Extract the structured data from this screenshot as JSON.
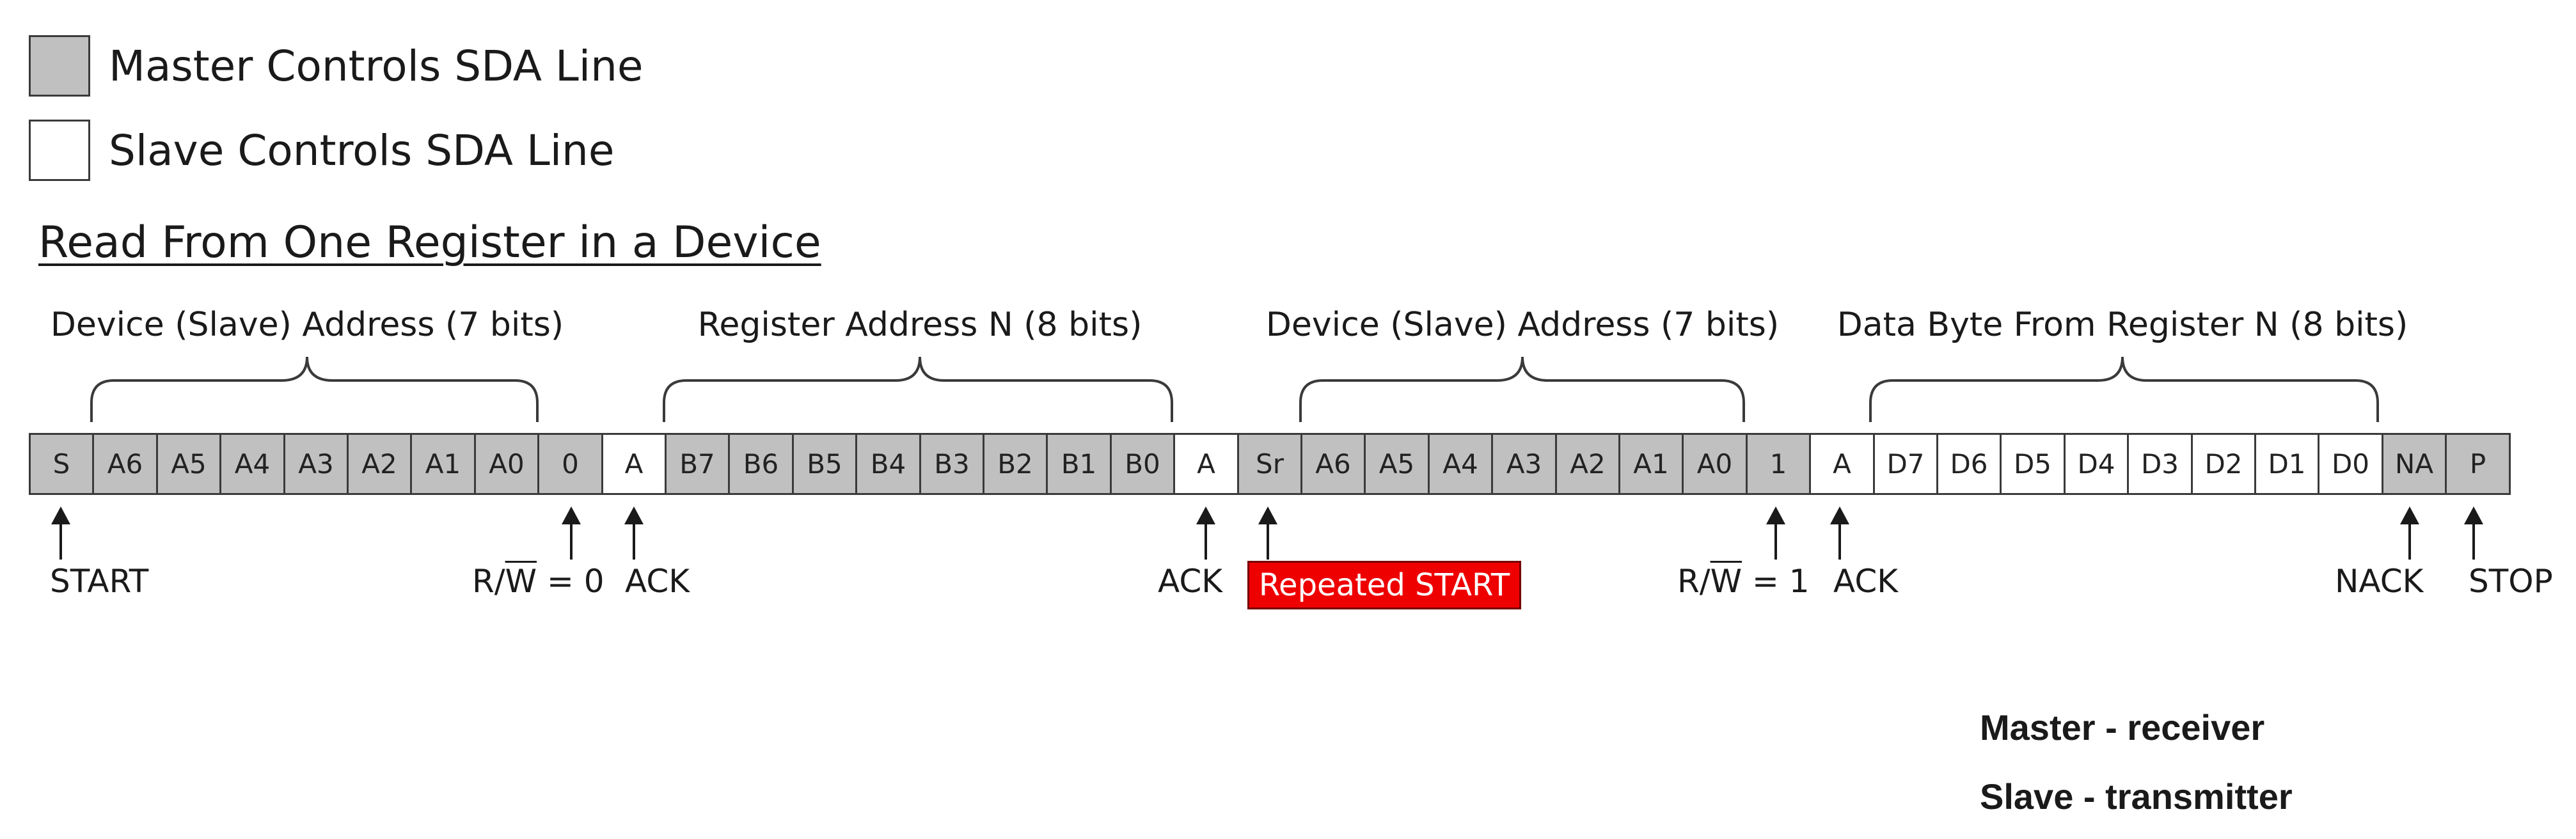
{
  "legend": {
    "master_label": "Master Controls SDA Line",
    "slave_label": "Slave Controls SDA Line"
  },
  "title": "Read From One Register in a Device",
  "groups": [
    {
      "label": "Device (Slave) Address (7 bits)"
    },
    {
      "label": "Register Address N (8 bits)"
    },
    {
      "label": "Device (Slave) Address (7 bits)"
    },
    {
      "label": "Data Byte From Register N (8 bits)"
    }
  ],
  "cells": [
    {
      "text": "S",
      "ctrl": "master"
    },
    {
      "text": "A6",
      "ctrl": "master"
    },
    {
      "text": "A5",
      "ctrl": "master"
    },
    {
      "text": "A4",
      "ctrl": "master"
    },
    {
      "text": "A3",
      "ctrl": "master"
    },
    {
      "text": "A2",
      "ctrl": "master"
    },
    {
      "text": "A1",
      "ctrl": "master"
    },
    {
      "text": "A0",
      "ctrl": "master"
    },
    {
      "text": "0",
      "ctrl": "master"
    },
    {
      "text": "A",
      "ctrl": "slave"
    },
    {
      "text": "B7",
      "ctrl": "master"
    },
    {
      "text": "B6",
      "ctrl": "master"
    },
    {
      "text": "B5",
      "ctrl": "master"
    },
    {
      "text": "B4",
      "ctrl": "master"
    },
    {
      "text": "B3",
      "ctrl": "master"
    },
    {
      "text": "B2",
      "ctrl": "master"
    },
    {
      "text": "B1",
      "ctrl": "master"
    },
    {
      "text": "B0",
      "ctrl": "master"
    },
    {
      "text": "A",
      "ctrl": "slave"
    },
    {
      "text": "Sr",
      "ctrl": "master"
    },
    {
      "text": "A6",
      "ctrl": "master"
    },
    {
      "text": "A5",
      "ctrl": "master"
    },
    {
      "text": "A4",
      "ctrl": "master"
    },
    {
      "text": "A3",
      "ctrl": "master"
    },
    {
      "text": "A2",
      "ctrl": "master"
    },
    {
      "text": "A1",
      "ctrl": "master"
    },
    {
      "text": "A0",
      "ctrl": "master"
    },
    {
      "text": "1",
      "ctrl": "master"
    },
    {
      "text": "A",
      "ctrl": "slave"
    },
    {
      "text": "D7",
      "ctrl": "slave"
    },
    {
      "text": "D6",
      "ctrl": "slave"
    },
    {
      "text": "D5",
      "ctrl": "slave"
    },
    {
      "text": "D4",
      "ctrl": "slave"
    },
    {
      "text": "D3",
      "ctrl": "slave"
    },
    {
      "text": "D2",
      "ctrl": "slave"
    },
    {
      "text": "D1",
      "ctrl": "slave"
    },
    {
      "text": "D0",
      "ctrl": "slave"
    },
    {
      "text": "NA",
      "ctrl": "master"
    },
    {
      "text": "P",
      "ctrl": "master"
    }
  ],
  "labels": {
    "start": "START",
    "rw_prefix": "R/",
    "rw_bar": "W",
    "rw0_suffix": " = 0",
    "rw1_suffix": " = 1",
    "ack": "ACK",
    "repeated_start": "Repeated START",
    "nack": "NACK",
    "stop": "STOP"
  },
  "notes": {
    "master": "Master - receiver",
    "slave": "Slave - transmitter"
  }
}
